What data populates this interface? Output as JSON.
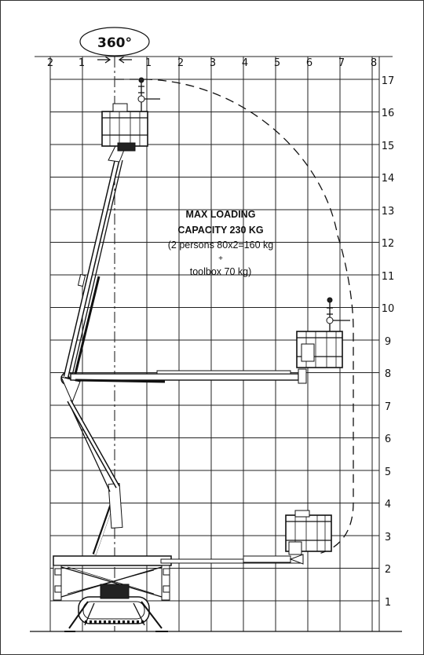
{
  "rotation_label": "360°",
  "horizontal_axis": {
    "left_labels": [
      "2",
      "1"
    ],
    "right_labels": [
      "1",
      "2",
      "3",
      "4",
      "5",
      "6",
      "7",
      "8"
    ]
  },
  "vertical_axis": {
    "labels": [
      "17",
      "16",
      "15",
      "14",
      "13",
      "12",
      "11",
      "10",
      "9",
      "8",
      "7",
      "6",
      "5",
      "4",
      "3",
      "2",
      "1"
    ]
  },
  "capacity": {
    "line1": "MAX LOADING",
    "line2": "CAPACITY 230 KG",
    "line3": "(2 persons  80x2=160 kg",
    "line4": "+",
    "line5": "toolbox 70 kg)"
  }
}
